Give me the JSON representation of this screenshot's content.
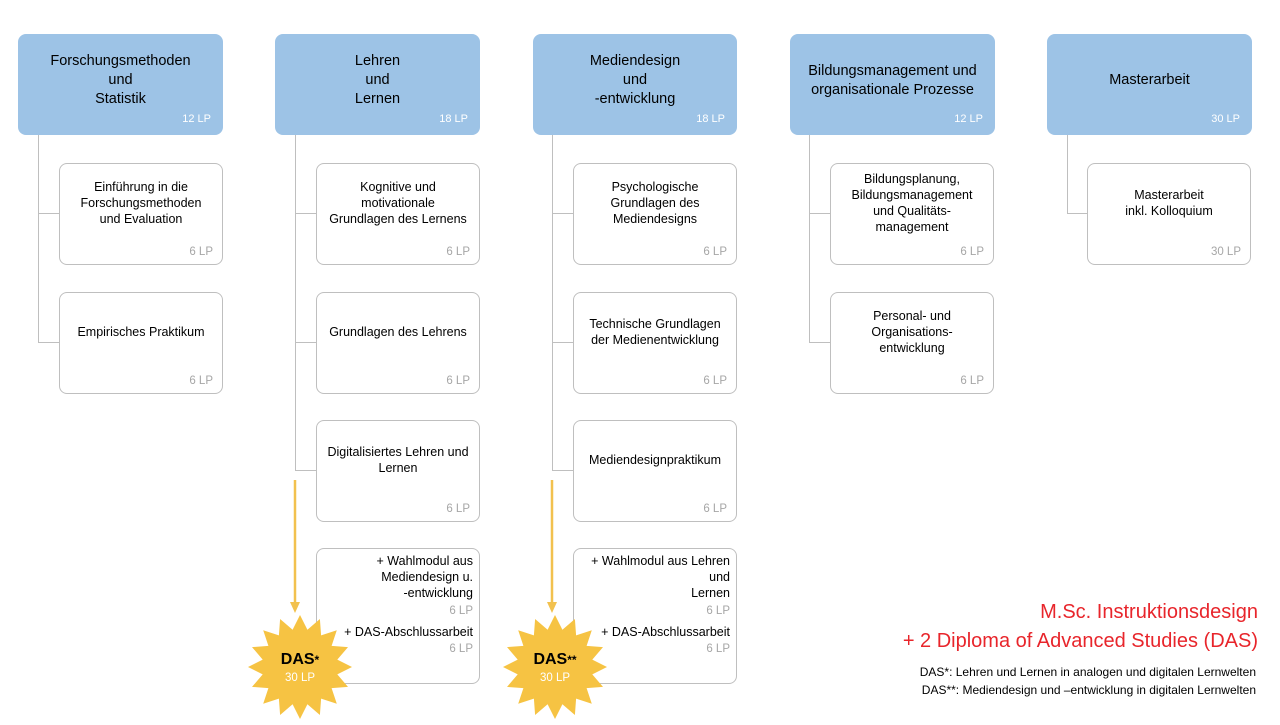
{
  "columns": [
    {
      "header": "Forschungsmethoden\nund\nStatistik",
      "lp": "12 LP",
      "modules": [
        {
          "name": "Einführung in die\nForschungsmethoden\nund Evaluation",
          "lp": "6 LP"
        },
        {
          "name": "Empirisches Praktikum",
          "lp": "6 LP"
        }
      ]
    },
    {
      "header": "Lehren\nund\nLernen",
      "lp": "18 LP",
      "modules": [
        {
          "name": "Kognitive und\nmotivationale\nGrundlagen des Lernens",
          "lp": "6 LP"
        },
        {
          "name": "Grundlagen des Lehrens",
          "lp": "6 LP"
        },
        {
          "name": "Digitalisiertes Lehren und\nLernen",
          "lp": "6 LP"
        }
      ]
    },
    {
      "header": "Mediendesign\nund\n-entwicklung",
      "lp": "18 LP",
      "modules": [
        {
          "name": "Psychologische\nGrundlagen des\nMediendesigns",
          "lp": "6 LP"
        },
        {
          "name": "Technische Grundlagen\nder Medienentwicklung",
          "lp": "6 LP"
        },
        {
          "name": "Mediendesignpraktikum",
          "lp": "6 LP"
        }
      ]
    },
    {
      "header": "Bildungsmanagement und\norganisationale Prozesse",
      "lp": "12 LP",
      "modules": [
        {
          "name": "Bildungsplanung,\nBildungsmanagement\nund Qualitäts-\nmanagement",
          "lp": "6 LP"
        },
        {
          "name": "Personal- und\nOrganisations-\nentwicklung",
          "lp": "6 LP"
        }
      ]
    },
    {
      "header": "Masterarbeit",
      "lp": "30 LP",
      "modules": [
        {
          "name": "Masterarbeit\ninkl. Kolloquium",
          "lp": "30 LP"
        }
      ]
    }
  ],
  "das_boxes": [
    {
      "wahl": "+ Wahlmodul aus\nMediendesign u.\n-entwicklung",
      "wahl_lp": "6 LP",
      "abschluss": "+ DAS-Abschlussarbeit",
      "abschluss_lp": "6 LP"
    },
    {
      "wahl": "+ Wahlmodul aus Lehren\nund\nLernen",
      "wahl_lp": "6 LP",
      "abschluss": "+ DAS-Abschlussarbeit",
      "abschluss_lp": "6 LP"
    }
  ],
  "stars": [
    {
      "label": "DAS",
      "suffix": "*",
      "lp": "30 LP"
    },
    {
      "label": "DAS",
      "suffix": "**",
      "lp": "30 LP"
    }
  ],
  "title_line1": "M.Sc. Instruktionsdesign",
  "title_line2": "+ 2 Diploma of Advanced Studies (DAS)",
  "note1": "DAS*: Lehren und Lernen in analogen und digitalen Lernwelten",
  "note2": "DAS**: Mediendesign und –entwicklung in digitalen Lernwelten",
  "colors": {
    "header": "#9dc3e6",
    "accent": "#f2c14e",
    "star": "#f6c343",
    "title": "#e8252b"
  }
}
